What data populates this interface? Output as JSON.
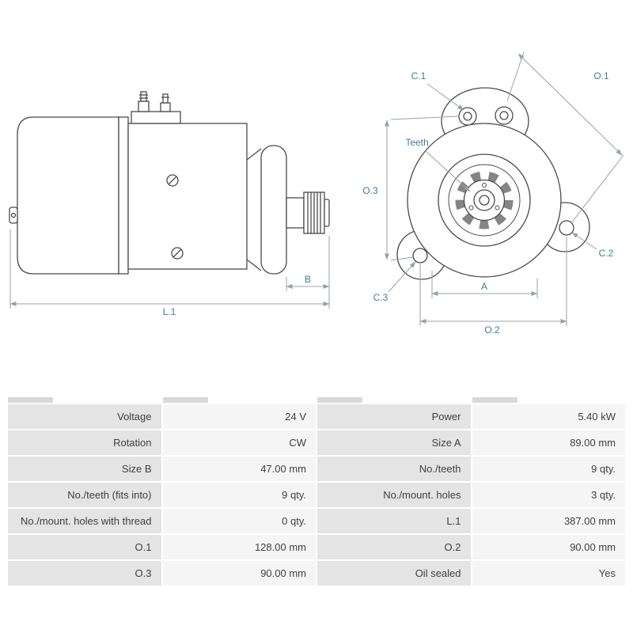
{
  "colors": {
    "accent_label": "#3e7f94",
    "drawing_line": "#4a4a4a",
    "dimension_line": "#98a1a7",
    "table_label_bg": "#e4e4e4",
    "table_value_bg": "#f5f5f5",
    "tab_bg": "#d9d9d9"
  },
  "diagram": {
    "side": {
      "b": "B",
      "l1": "L.1"
    },
    "front": {
      "c1": "C.1",
      "o1": "O.1",
      "teeth": "Teeth",
      "o3": "O.3",
      "c2": "C.2",
      "c3": "C.3",
      "a": "A",
      "o2": "O.2"
    }
  },
  "table": {
    "rows": [
      {
        "l1": "Voltage",
        "v1": "24 V",
        "l2": "Power",
        "v2": "5.40 kW"
      },
      {
        "l1": "Rotation",
        "v1": "CW",
        "l2": "Size A",
        "v2": "89.00 mm"
      },
      {
        "l1": "Size B",
        "v1": "47.00 mm",
        "l2": "No./teeth",
        "v2": "9 qty."
      },
      {
        "l1": "No./teeth (fits into)",
        "v1": "9 qty.",
        "l2": "No./mount. holes",
        "v2": "3 qty."
      },
      {
        "l1": "No./mount. holes with thread",
        "v1": "0 qty.",
        "l2": "L.1",
        "v2": "387.00 mm"
      },
      {
        "l1": "O.1",
        "v1": "128.00 mm",
        "l2": "O.2",
        "v2": "90.00 mm"
      },
      {
        "l1": "O.3",
        "v1": "90.00 mm",
        "l2": "Oil sealed",
        "v2": "Yes"
      }
    ]
  }
}
